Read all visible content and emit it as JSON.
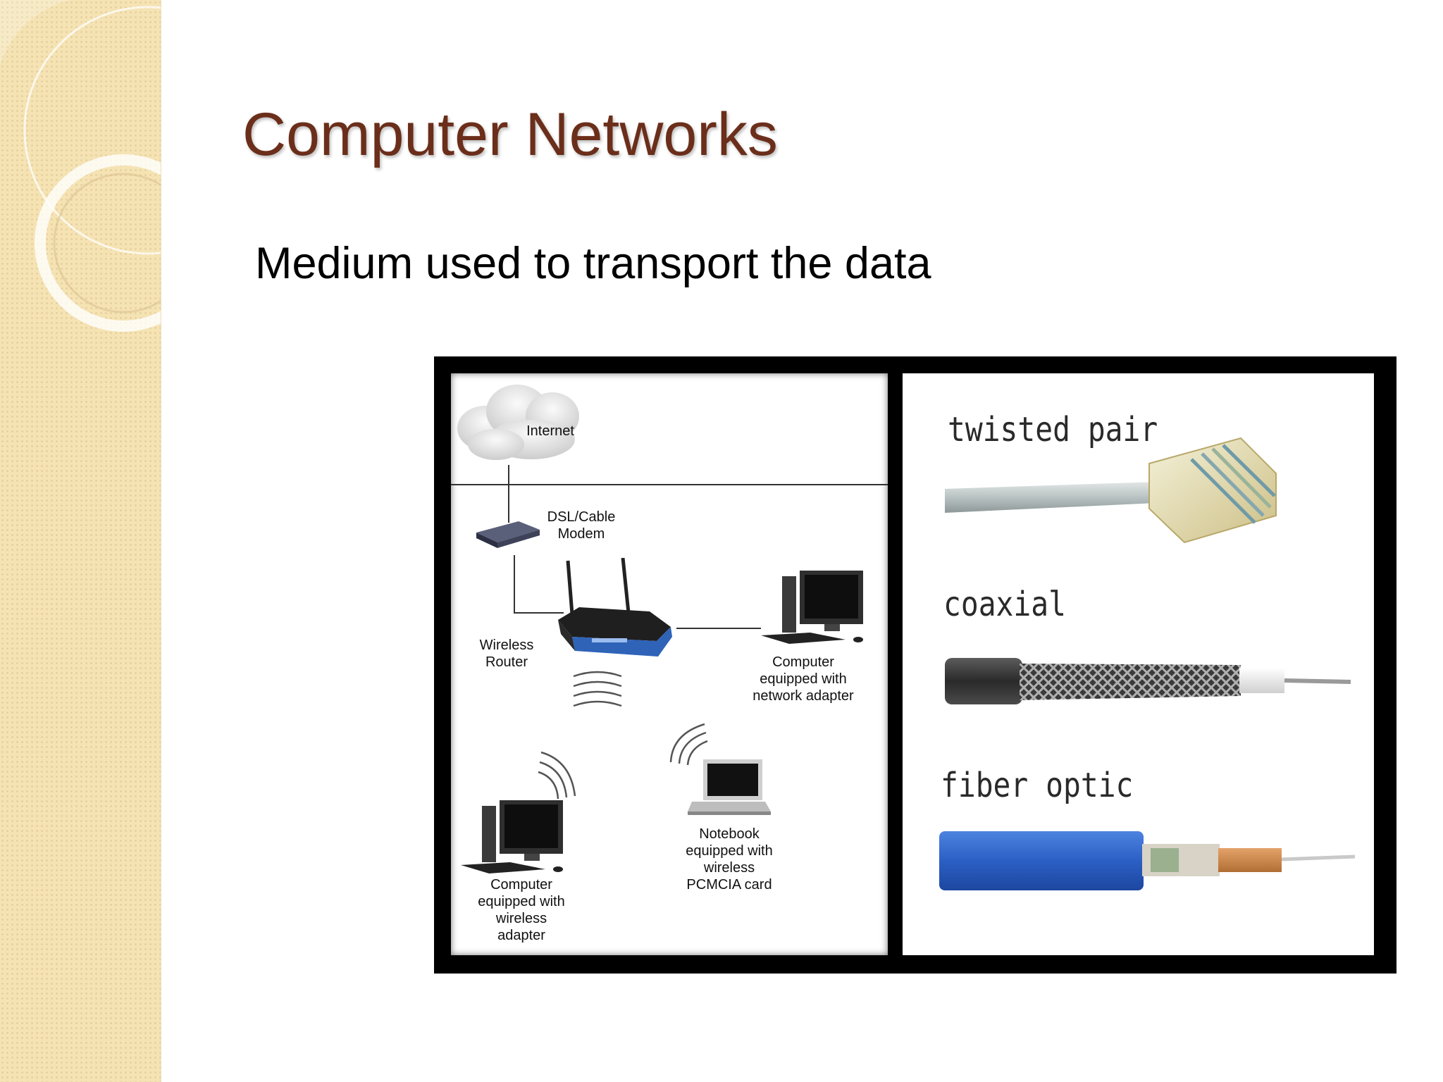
{
  "slide": {
    "title": "Computer Networks",
    "subtitle": "Medium used to transport the data"
  },
  "network_diagram": {
    "internet": "Internet",
    "modem": [
      "DSL/Cable",
      "Modem"
    ],
    "router": [
      "Wireless",
      "Router"
    ],
    "computer_wired": [
      "Computer",
      "equipped with",
      "network adapter"
    ],
    "notebook": [
      "Notebook",
      "equipped with",
      "wireless",
      "PCMCIA card"
    ],
    "computer_wireless": [
      "Computer",
      "equipped with",
      "wireless",
      "adapter"
    ]
  },
  "cables": {
    "twisted_pair": "twisted pair",
    "coaxial": "coaxial",
    "fiber_optic": "fiber optic"
  },
  "colors": {
    "title": "#6b2e1a",
    "sidebar": "#f5e3b4",
    "figure_border": "#000000",
    "fiber_jacket": "#2b5fc4"
  }
}
